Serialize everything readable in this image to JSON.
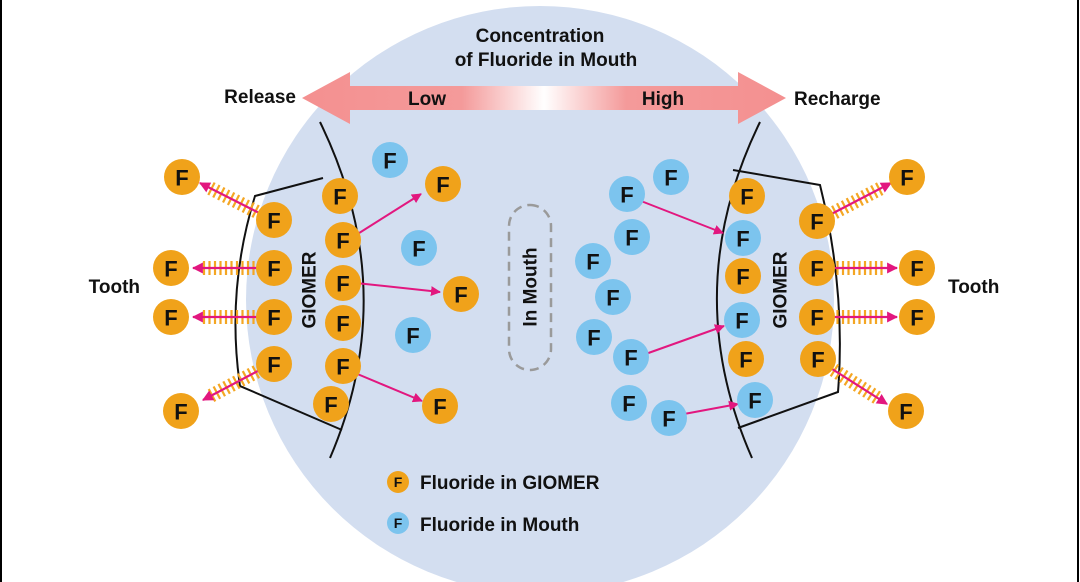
{
  "title_line1": "Concentration",
  "title_line2": "of Fluoride in Mouth",
  "arrow_low": "Low",
  "arrow_high": "High",
  "release_label": "Release",
  "recharge_label": "Recharge",
  "tooth_left": "Tooth",
  "tooth_right": "Tooth",
  "giomer_left": "GIOMER",
  "giomer_right": "GIOMER",
  "in_mouth": "In Mouth",
  "ion_letter": "F",
  "legend": [
    {
      "label": "Fluoride in GIOMER",
      "kind": "giomer",
      "letter": "F"
    },
    {
      "label": "Fluoride in Mouth",
      "kind": "mouth",
      "letter": "F"
    }
  ],
  "colors": {
    "giomer_fill": "#f0a21a",
    "mouth_fill": "#7cc4ee",
    "arrow_magenta": "#e2177f",
    "big_arrow": "#f49a9a",
    "background_circle": "#d3def0",
    "hatch": "#f4a623"
  }
}
